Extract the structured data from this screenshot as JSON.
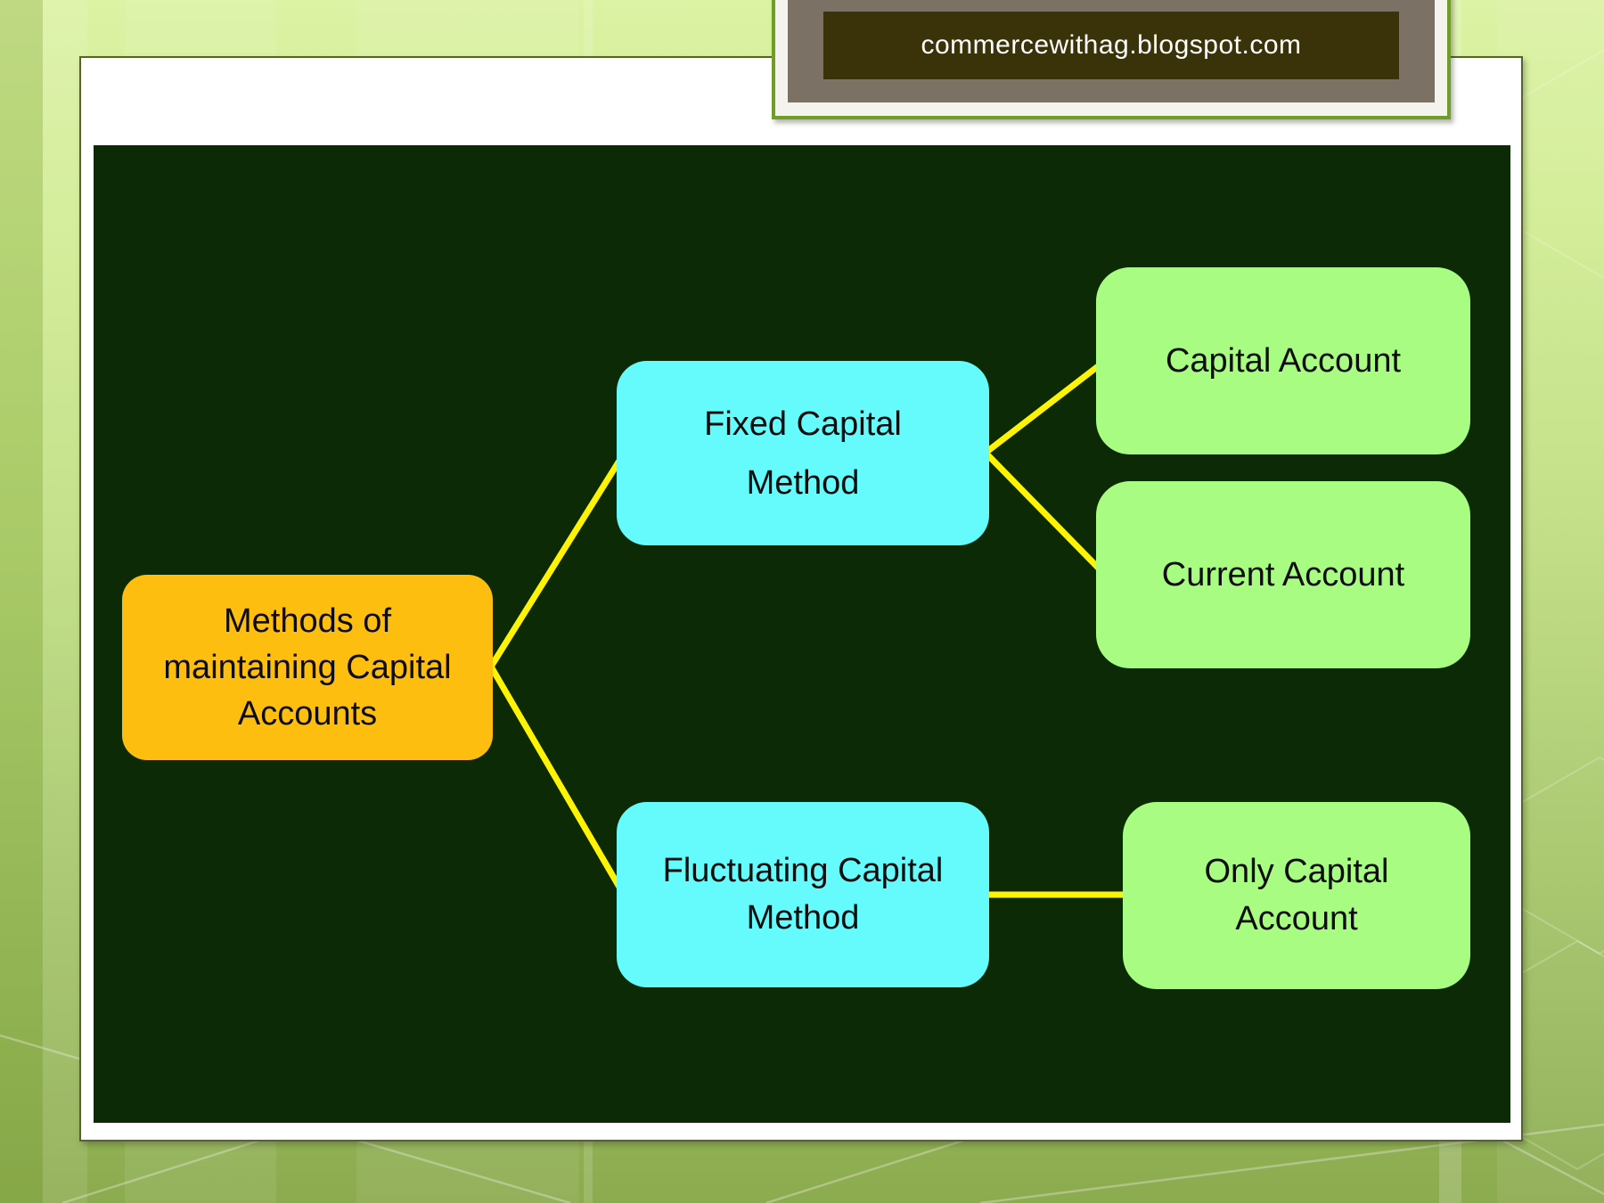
{
  "banner": {
    "url_text": "commercewithag.blogspot.com"
  },
  "diagram": {
    "title_node": {
      "id": "methods-root",
      "label": "Methods of maintaining Capital Accounts"
    },
    "method_nodes": [
      {
        "id": "fixed-capital-method",
        "lines": [
          "Fixed Capital",
          "Method"
        ]
      },
      {
        "id": "fluctuating-capital-method",
        "lines": [
          "Fluctuating Capital",
          "Method"
        ]
      }
    ],
    "account_nodes": [
      {
        "id": "capital-account",
        "label": "Capital Account"
      },
      {
        "id": "current-account",
        "label": "Current Account"
      },
      {
        "id": "only-capital-account",
        "lines": [
          "Only Capital",
          "Account"
        ]
      }
    ],
    "edges": [
      {
        "from": "methods-root",
        "to": "fixed-capital-method"
      },
      {
        "from": "methods-root",
        "to": "fluctuating-capital-method"
      },
      {
        "from": "fixed-capital-method",
        "to": "capital-account"
      },
      {
        "from": "fixed-capital-method",
        "to": "current-account"
      },
      {
        "from": "fluctuating-capital-method",
        "to": "only-capital-account"
      }
    ]
  },
  "colors": {
    "canvas_bg": "#0c2a05",
    "root_node": "#fdbe10",
    "method_node": "#65fafc",
    "account_node": "#a8fc81",
    "connector": "#fdf303",
    "text": "#0d0d0d",
    "banner_border": "#6f9d26",
    "banner_frame": "#f4f3ee",
    "banner_mid": "#7b7265",
    "banner_inner": "#3a3309",
    "banner_text": "#ffffff"
  }
}
